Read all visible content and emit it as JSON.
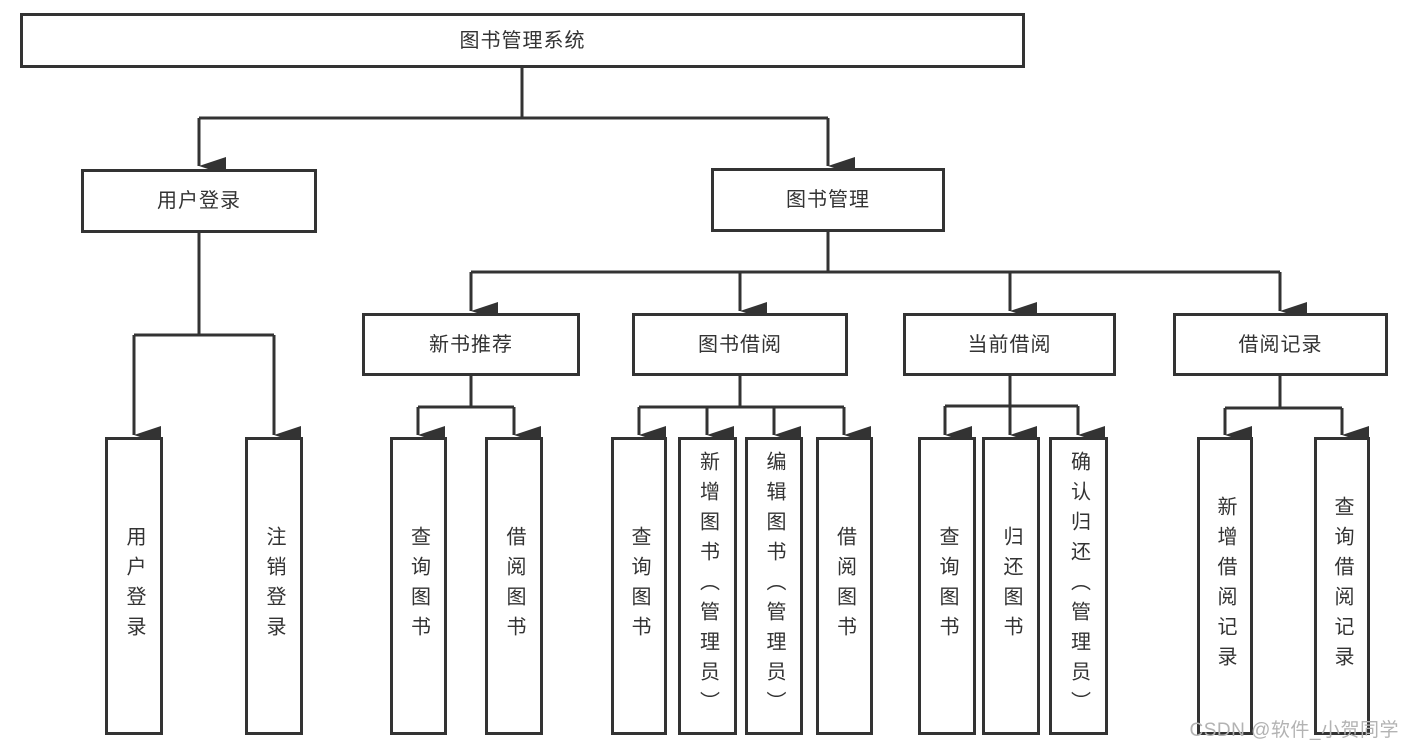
{
  "tree": {
    "title": "图书管理系统",
    "children": [
      {
        "label": "用户登录",
        "children": [
          {
            "label": "用户登录"
          },
          {
            "label": "注销登录"
          }
        ]
      },
      {
        "label": "图书管理",
        "children": [
          {
            "label": "新书推荐",
            "children": [
              {
                "label": "查询图书"
              },
              {
                "label": "借阅图书"
              }
            ]
          },
          {
            "label": "图书借阅",
            "children": [
              {
                "label": "查询图书"
              },
              {
                "label": "新增图书（管理员）"
              },
              {
                "label": "编辑图书（管理员）"
              },
              {
                "label": "借阅图书"
              }
            ]
          },
          {
            "label": "当前借阅",
            "children": [
              {
                "label": "查询图书"
              },
              {
                "label": "归还图书"
              },
              {
                "label": "确认归还（管理员）"
              }
            ]
          },
          {
            "label": "借阅记录",
            "children": [
              {
                "label": "新增借阅记录"
              },
              {
                "label": "查询借阅记录"
              }
            ]
          }
        ]
      }
    ]
  },
  "watermark": {
    "text": "CSDN @软件_小贺同学"
  },
  "colors": {
    "line": "#333333",
    "box_border": "#333333",
    "text": "#333333",
    "background": "#ffffff",
    "watermark_text": "#b3b3b3"
  }
}
